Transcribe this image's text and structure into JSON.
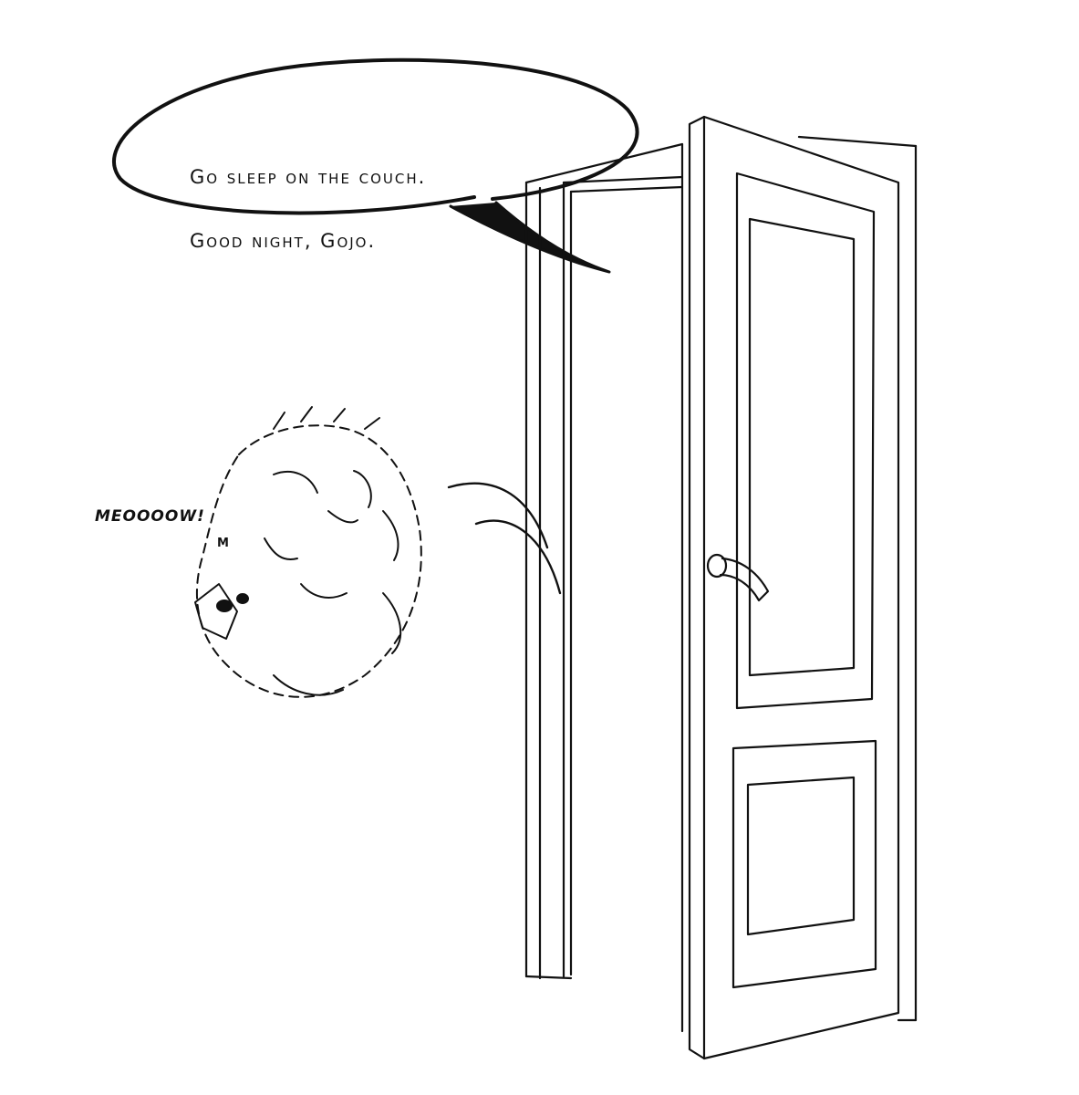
{
  "speech": {
    "line1": "Go sleep on the couch.",
    "line2": "Good night, Gojo."
  },
  "sound_effect": "MEOOOOW!",
  "sound_effect_small": "M",
  "colors": {
    "ink": "#111111",
    "paper": "#ffffff"
  },
  "icons": [
    "door-icon",
    "door-handle-icon",
    "cat-icon",
    "speech-bubble-icon"
  ]
}
